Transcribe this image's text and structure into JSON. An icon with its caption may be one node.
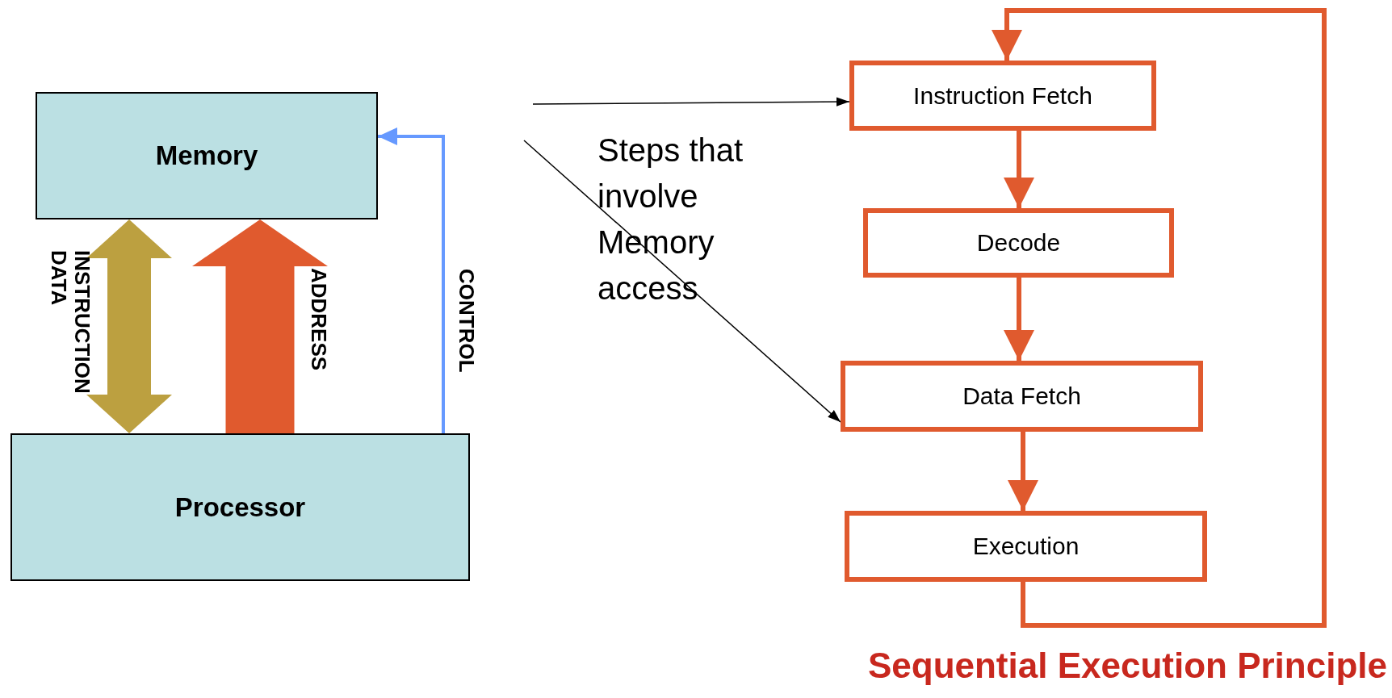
{
  "diagram": {
    "title": "Sequential Execution Principle",
    "nodes": [
      {
        "text": [
          "Memory"
        ]
      },
      {
        "text": [
          "Processor"
        ]
      },
      {
        "text": [
          "Instruction Fetch"
        ]
      },
      {
        "text": [
          "Decode"
        ]
      },
      {
        "text": [
          "Data Fetch"
        ]
      },
      {
        "text": [
          "Execution"
        ]
      }
    ],
    "edges": [
      {
        "from": 0,
        "to": 1,
        "arrow": "both",
        "label": "INSTRUCTION DATA",
        "style": "thick",
        "color": "#bca040"
      },
      {
        "from": 1,
        "to": 0,
        "arrow": "to",
        "label": "ADDRESS",
        "style": "thick"
      },
      {
        "from": 1,
        "to": 0,
        "arrow": "to",
        "label": "CONTROL",
        "color": "#6699ff"
      },
      {
        "from": 2,
        "to": 3,
        "arrow": "to"
      },
      {
        "from": 3,
        "to": 4,
        "arrow": "to"
      },
      {
        "from": 4,
        "to": 5,
        "arrow": "to"
      },
      {
        "from": 5,
        "to": 2,
        "arrow": "to"
      },
      {
        "from": null,
        "to": 2,
        "arrow": "to",
        "color": "#000000"
      },
      {
        "from": null,
        "to": 4,
        "arrow": "to",
        "color": "#000000"
      }
    ],
    "labels": [
      "Steps that involve Memory access"
    ]
  }
}
